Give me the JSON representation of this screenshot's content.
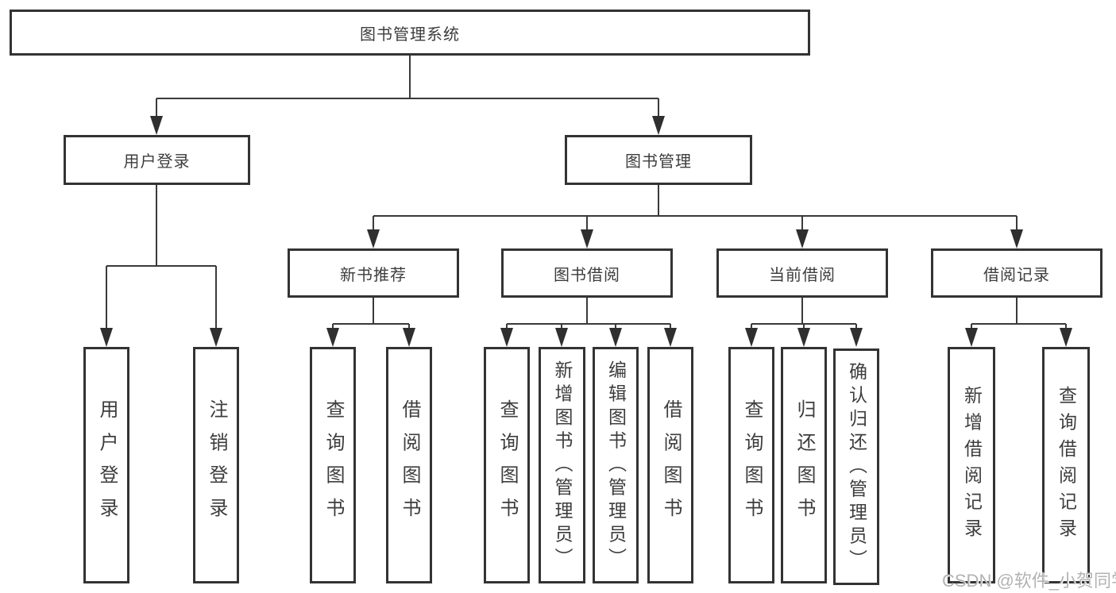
{
  "watermark": "CSDN @软件_小贺同学",
  "colors": {
    "line": "#3a3a3a",
    "box_border": "#333333",
    "text": "#3d3d3d",
    "watermark": "#b3b3b3",
    "background": "#ffffff"
  },
  "tree": {
    "root": {
      "label": "图书管理系统"
    },
    "branches": [
      {
        "label": "用户登录",
        "children": [
          {
            "label": "用户登录"
          },
          {
            "label": "注销登录"
          }
        ]
      },
      {
        "label": "图书管理",
        "children": [
          {
            "label": "新书推荐",
            "children": [
              {
                "label": "查询图书"
              },
              {
                "label": "借阅图书"
              }
            ]
          },
          {
            "label": "图书借阅",
            "children": [
              {
                "label": "查询图书"
              },
              {
                "label": "新增图书（管理员）"
              },
              {
                "label": "编辑图书（管理员）"
              },
              {
                "label": "借阅图书"
              }
            ]
          },
          {
            "label": "当前借阅",
            "children": [
              {
                "label": "查询图书"
              },
              {
                "label": "归还图书"
              },
              {
                "label": "确认归还（管理员）"
              }
            ]
          },
          {
            "label": "借阅记录",
            "children": [
              {
                "label": "新增借阅记录"
              },
              {
                "label": "查询借阅记录"
              }
            ]
          }
        ]
      }
    ]
  }
}
